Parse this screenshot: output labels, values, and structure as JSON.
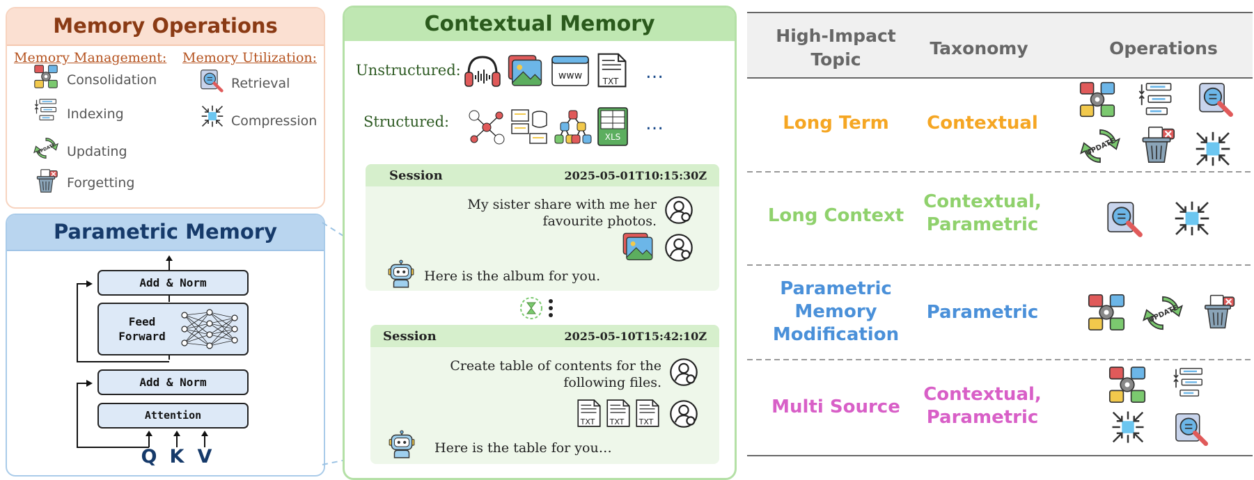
{
  "memory_operations": {
    "title": "Memory Operations",
    "management_label": "Memory Management:",
    "utilization_label": "Memory Utilization:",
    "management_items": [
      "Consolidation",
      "Indexing",
      "Updating",
      "Forgetting"
    ],
    "utilization_items": [
      "Retrieval",
      "Compression"
    ]
  },
  "parametric_memory": {
    "title": "Parametric Memory",
    "add_norm_top": "Add & Norm",
    "feed_forward_line1": "Feed",
    "feed_forward_line2": "Forward",
    "add_norm_bottom": "Add & Norm",
    "attention": "Attention",
    "inputs": [
      "Q",
      "K",
      "V"
    ]
  },
  "contextual_memory": {
    "title": "Contextual Memory",
    "unstructured_label": "Unstructured:",
    "structured_label": "Structured:",
    "txt_label": "TXT",
    "xls_label": "XLS",
    "www_label": "www",
    "ellipsis": "…",
    "sessions": [
      {
        "label": "Session",
        "timestamp": "2025-05-01T10:15:30Z",
        "user_line1": "My sister share with me her",
        "user_line2": "favourite photos.",
        "bot": "Here is the album for you."
      },
      {
        "label": "Session",
        "timestamp": "2025-05-10T15:42:10Z",
        "user_line1": "Create table of contents for the",
        "user_line2": "following files.",
        "bot": "Here is the table for you…"
      }
    ]
  },
  "table": {
    "headers": {
      "topic_line1": "High-Impact",
      "topic_line2": "Topic",
      "taxonomy": "Taxonomy",
      "operations": "Operations"
    },
    "rows": [
      {
        "topic_lines": [
          "Long Term"
        ],
        "taxonomy_lines": [
          "Contextual"
        ],
        "color": "#f5a623",
        "operations": [
          "consolidation-icon",
          "indexing-icon",
          "retrieval-icon",
          "updating-icon",
          "forgetting-icon",
          "compression-icon"
        ]
      },
      {
        "topic_lines": [
          "Long Context"
        ],
        "taxonomy_lines": [
          "Contextual,",
          "Parametric"
        ],
        "color": "#8fd16c",
        "operations": [
          "retrieval-icon",
          "compression-icon"
        ]
      },
      {
        "topic_lines": [
          "Parametric",
          "Memory",
          "Modification"
        ],
        "taxonomy_lines": [
          "Parametric"
        ],
        "color": "#4a90d9",
        "operations": [
          "consolidation-icon",
          "updating-icon",
          "forgetting-icon"
        ]
      },
      {
        "topic_lines": [
          "Multi Source"
        ],
        "taxonomy_lines": [
          "Contextual,",
          "Parametric"
        ],
        "color": "#d85fc7",
        "operations": [
          "consolidation-icon",
          "indexing-icon",
          "compression-icon",
          "retrieval-icon"
        ]
      }
    ]
  },
  "colors": {
    "memops_accent": "#8a3a14",
    "param_accent": "#163a6a",
    "ctx_accent": "#2b5a1d"
  }
}
